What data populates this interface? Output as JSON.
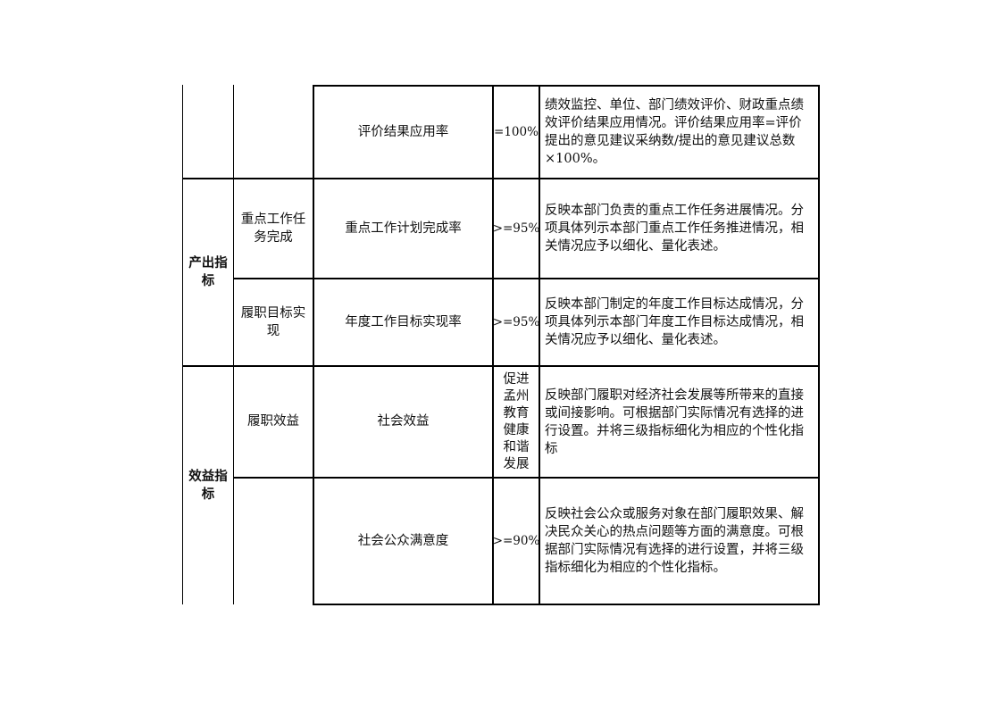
{
  "rows": {
    "r1": {
      "indicator": "评价结果应用率",
      "value": "=100%",
      "desc": "绩效监控、单位、部门绩效评价、财政重点绩效评价结果应用情况。评价结果应用率=评价提出的意见建议采纳数/提出的意见建议总数×100%。"
    },
    "output": {
      "label": "产出指标",
      "r2": {
        "sub": "重点工作任务完成",
        "indicator": "重点工作计划完成率",
        "value": ">=95%",
        "desc": "反映本部门负责的重点工作任务进展情况。分项具体列示本部门重点工作任务推进情况，相关情况应予以细化、量化表述。"
      },
      "r3": {
        "sub": "履职目标实现",
        "indicator": "年度工作目标实现率",
        "value": ">=95%",
        "desc": "反映本部门制定的年度工作目标达成情况，分项具体列示本部门年度工作目标达成情况，相关情况应予以细化、量化表述。"
      }
    },
    "benefit": {
      "label": "效益指标",
      "r4": {
        "sub": "履职效益",
        "indicator": "社会效益",
        "value": "促进孟州教育健康和谐发展",
        "desc": "反映部门履职对经济社会发展等所带来的直接或间接影响。可根据部门实际情况有选择的进行设置。并将三级指标细化为相应的个性化指标"
      },
      "r5": {
        "indicator": "社会公众满意度",
        "value": ">=90%",
        "desc": "反映社会公众或服务对象在部门履职效果、解决民众关心的热点问题等方面的满意度。可根据部门实际情况有选择的进行设置，并将三级指标细化为相应的个性化指标。"
      }
    }
  }
}
